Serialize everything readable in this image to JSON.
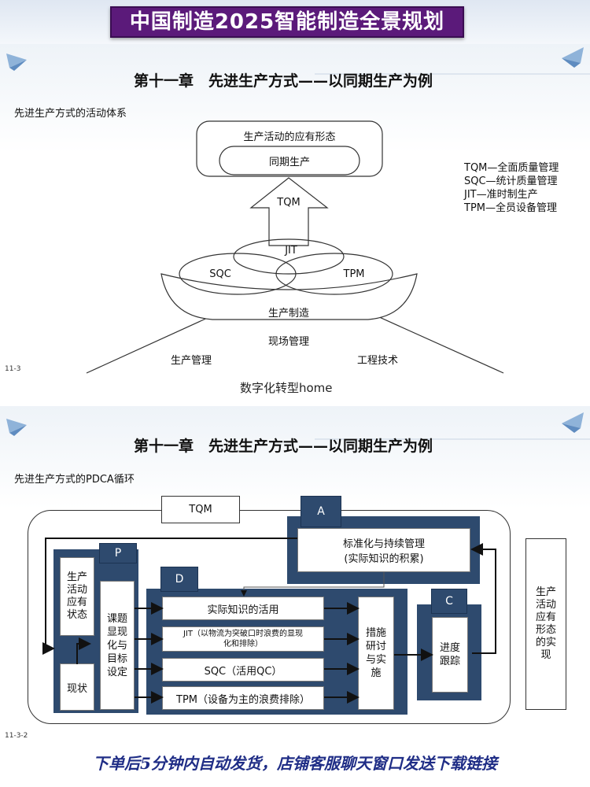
{
  "banner": {
    "title": "中国制造2025智能制造全景规划"
  },
  "slide1": {
    "chapter": "第十一章　先进生产方式——以同期生产为例",
    "subtitle": "先进生产方式的活动体系",
    "page_no": "11-3",
    "watermark": "数字化转型home",
    "top_box": "生产活动的应有形态",
    "top_inner": "同期生产",
    "arrow_label": "TQM",
    "jit": "JIT",
    "sqc": "SQC",
    "tpm": "TPM",
    "bowl_label": "生产制造",
    "base_top": "现场管理",
    "base_left": "生产管理",
    "base_right": "工程技术",
    "legend": [
      "TQM—全面质量管理",
      "SQC—统计质量管理",
      "JIT—准时制生产",
      "TPM—全员设备管理"
    ]
  },
  "slide2": {
    "chapter": "第十一章　先进生产方式——以同期生产为例",
    "subtitle": "先进生产方式的PDCA循环",
    "page_no": "11-3-2",
    "tqm": "TQM",
    "tab_a": "A",
    "a_box": "标准化与持续管理\n(实际知识的积累)",
    "tab_p": "P",
    "p_state": "生产\n活动\n应有\n状态",
    "p_now": "现状",
    "p_topic": "课题\n显现\n化与\n目标\n设定",
    "tab_d": "D",
    "d_items": [
      "实际知识的活用",
      "JIT（以物流为突破口时浪费的显现\n化和排除）",
      "SQC（活用QC）",
      "TPM（设备为主的浪费排除）"
    ],
    "d_measure": "措施\n研讨\n与实\n施",
    "tab_c": "C",
    "c_box": "进度\n跟踪",
    "right_box": "生产\n活动\n应有\n形态\n的实\n现"
  },
  "footer": {
    "text": "下单后5分钟内自动发货，店铺客服聊天窗口发送下载链接"
  }
}
